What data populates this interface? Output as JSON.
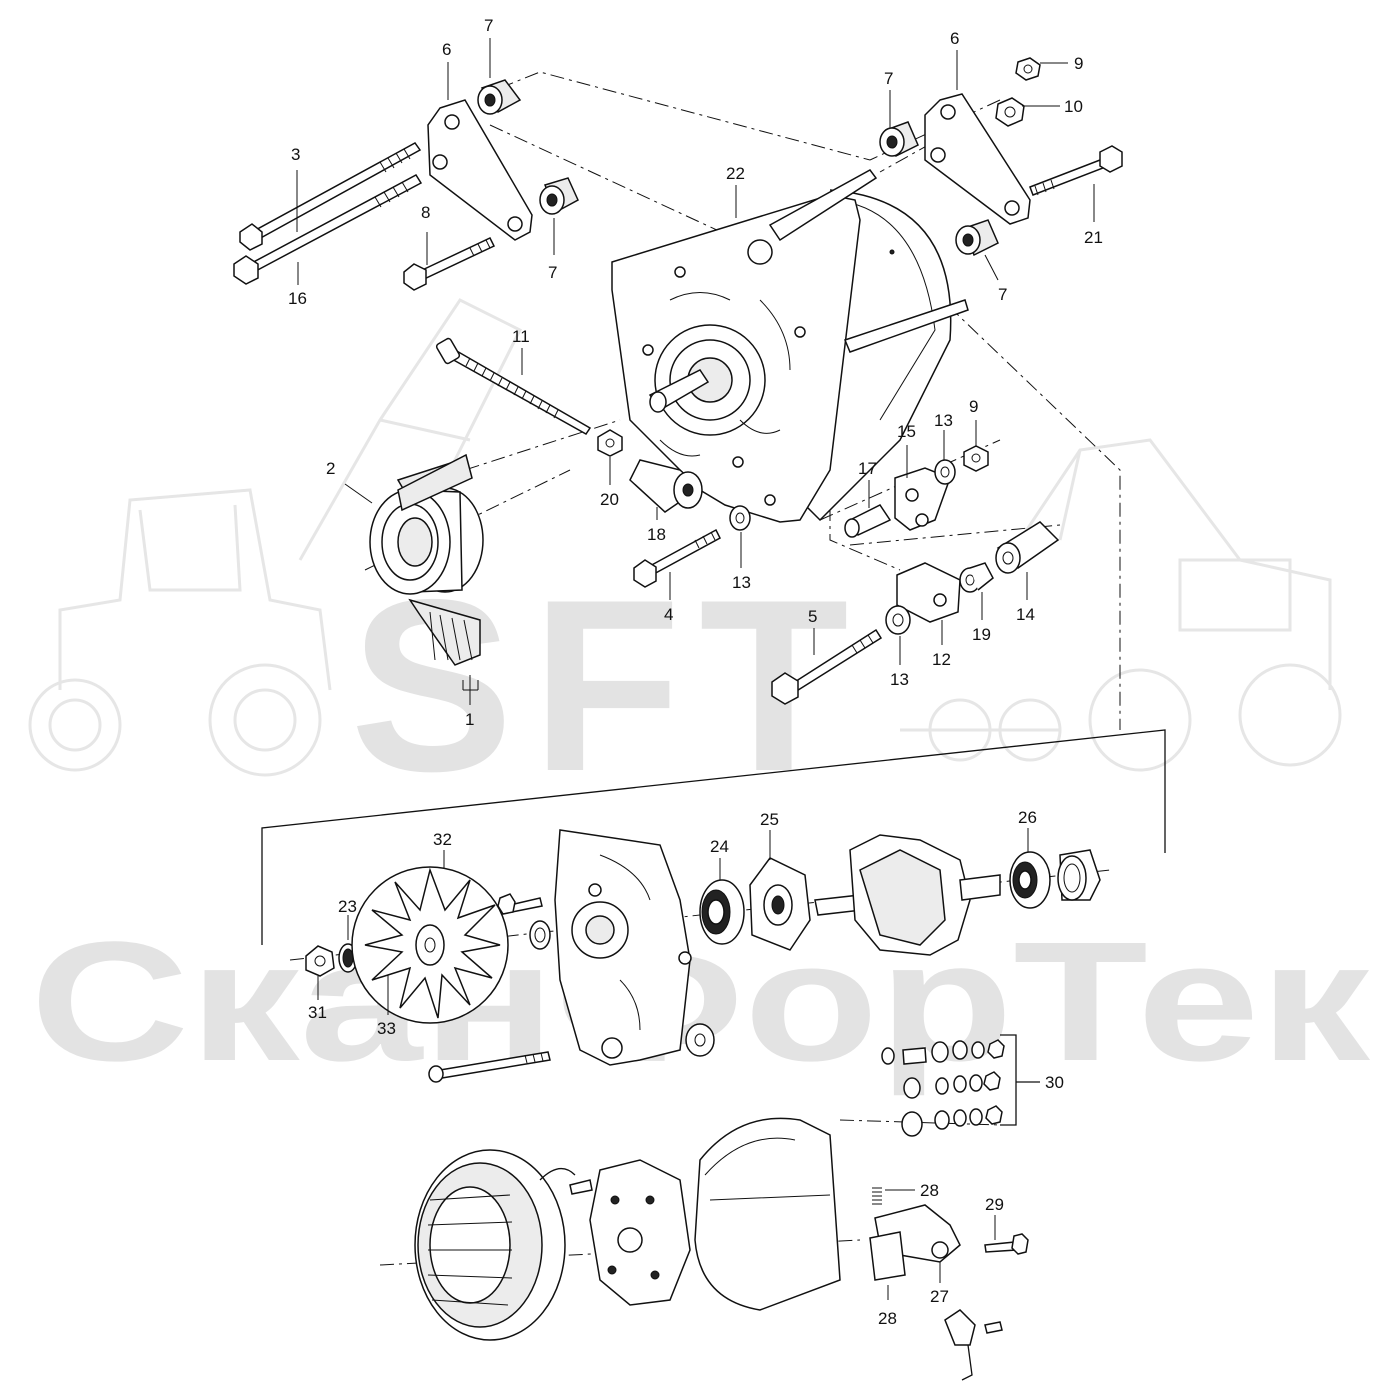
{
  "watermark": {
    "logo_text": "SFT",
    "company_text": "СканФорТек",
    "background_icons": [
      "tractor-outline-left",
      "excavator-outline-right",
      "crane-outline-center"
    ]
  },
  "callouts": [
    {
      "id": "c1",
      "label": "1"
    },
    {
      "id": "c2",
      "label": "2"
    },
    {
      "id": "c3",
      "label": "3"
    },
    {
      "id": "c4",
      "label": "4"
    },
    {
      "id": "c5",
      "label": "5"
    },
    {
      "id": "c6a",
      "label": "6"
    },
    {
      "id": "c6b",
      "label": "6"
    },
    {
      "id": "c7a",
      "label": "7"
    },
    {
      "id": "c7b",
      "label": "7"
    },
    {
      "id": "c7c",
      "label": "7"
    },
    {
      "id": "c7d",
      "label": "7"
    },
    {
      "id": "c8",
      "label": "8"
    },
    {
      "id": "c9a",
      "label": "9"
    },
    {
      "id": "c9b",
      "label": "9"
    },
    {
      "id": "c10",
      "label": "10"
    },
    {
      "id": "c11",
      "label": "11"
    },
    {
      "id": "c12",
      "label": "12"
    },
    {
      "id": "c13a",
      "label": "13"
    },
    {
      "id": "c13b",
      "label": "13"
    },
    {
      "id": "c13c",
      "label": "13"
    },
    {
      "id": "c14",
      "label": "14"
    },
    {
      "id": "c15",
      "label": "15"
    },
    {
      "id": "c16",
      "label": "16"
    },
    {
      "id": "c17",
      "label": "17"
    },
    {
      "id": "c18",
      "label": "18"
    },
    {
      "id": "c19",
      "label": "19"
    },
    {
      "id": "c20",
      "label": "20"
    },
    {
      "id": "c21",
      "label": "21"
    },
    {
      "id": "c22",
      "label": "22"
    },
    {
      "id": "c23",
      "label": "23"
    },
    {
      "id": "c24",
      "label": "24"
    },
    {
      "id": "c25",
      "label": "25"
    },
    {
      "id": "c26",
      "label": "26"
    },
    {
      "id": "c27",
      "label": "27"
    },
    {
      "id": "c28a",
      "label": "28"
    },
    {
      "id": "c28b",
      "label": "28"
    },
    {
      "id": "c29",
      "label": "29"
    },
    {
      "id": "c30",
      "label": "30"
    },
    {
      "id": "c31",
      "label": "31"
    },
    {
      "id": "c32",
      "label": "32"
    },
    {
      "id": "c33",
      "label": "33"
    }
  ]
}
